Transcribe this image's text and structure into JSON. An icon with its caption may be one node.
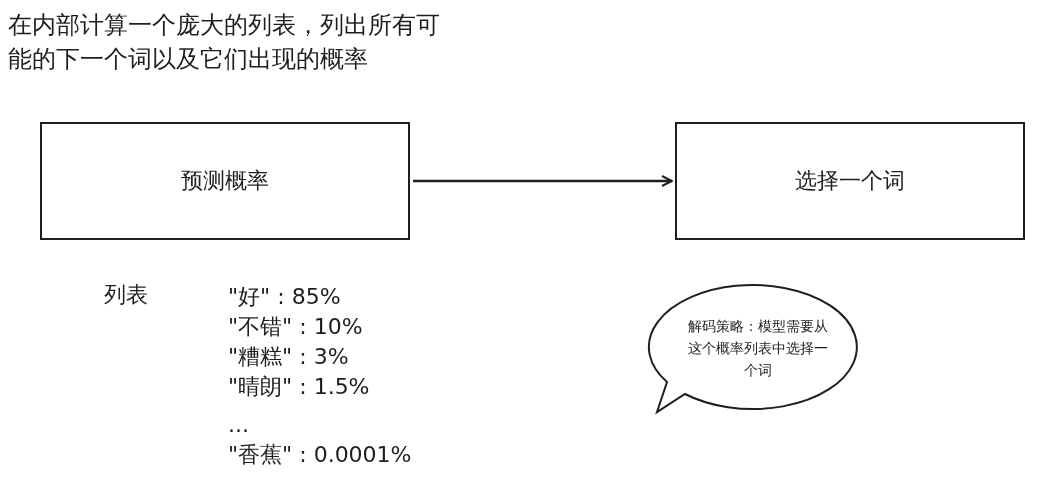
{
  "diagram": {
    "title": "在内部计算一个庞大的列表，列出所有可能的下一个词以及它们出现的概率",
    "nodes": [
      {
        "text": [
          "预测概率"
        ]
      },
      {
        "text": [
          "选择一个词"
        ]
      },
      {
        "text": [
          "解码策略：模型需要从这个概率列表中选择一个词"
        ]
      }
    ],
    "edges": [
      {
        "from": 0,
        "to": 1,
        "arrow": "to"
      }
    ],
    "labels": [
      "列表",
      "\"好\" : 85%",
      "\"不错\" : 10%",
      "\"糟糕\" : 3%",
      "\"晴朗\" : 1.5%",
      "...",
      "\"香蕉\" : 0.0001%"
    ]
  }
}
